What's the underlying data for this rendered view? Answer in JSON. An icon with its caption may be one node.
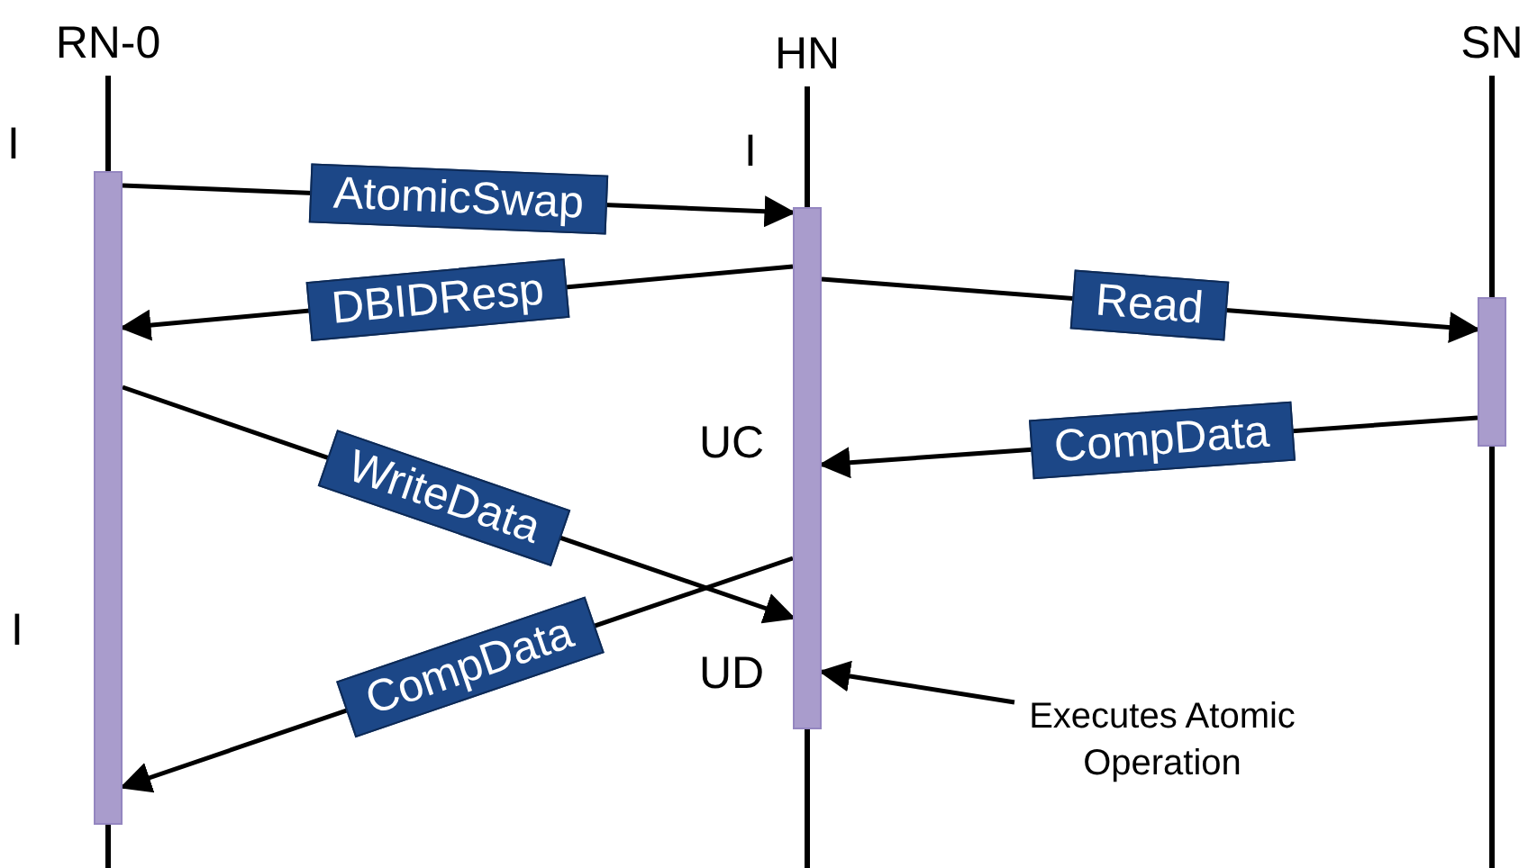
{
  "diagram": {
    "nodes": [
      {
        "text": [
          "RN-0"
        ]
      },
      {
        "text": [
          "HN"
        ]
      },
      {
        "text": [
          "SN"
        ]
      },
      {
        "text": [],
        "shape": "bar",
        "in": 0
      },
      {
        "text": [],
        "shape": "bar",
        "in": 1
      },
      {
        "text": [],
        "shape": "bar",
        "in": 2
      },
      {
        "text": [
          "Executes Atomic Operation"
        ]
      }
    ],
    "edges": [
      {
        "from": 3,
        "to": 4,
        "arrow": "to",
        "label": "AtomicSwap"
      },
      {
        "from": 4,
        "to": 3,
        "arrow": "to",
        "label": "DBIDResp"
      },
      {
        "from": 4,
        "to": 5,
        "arrow": "to",
        "label": "Read"
      },
      {
        "from": 5,
        "to": 4,
        "arrow": "to",
        "label": "CompData"
      },
      {
        "from": 3,
        "to": 4,
        "arrow": "to",
        "label": "WriteData"
      },
      {
        "from": 4,
        "to": 3,
        "arrow": "to",
        "label": "CompData"
      },
      {
        "from": 6,
        "to": 4,
        "arrow": "to"
      }
    ],
    "labels": [
      "I",
      "I",
      "UC",
      "I",
      "UD"
    ]
  }
}
